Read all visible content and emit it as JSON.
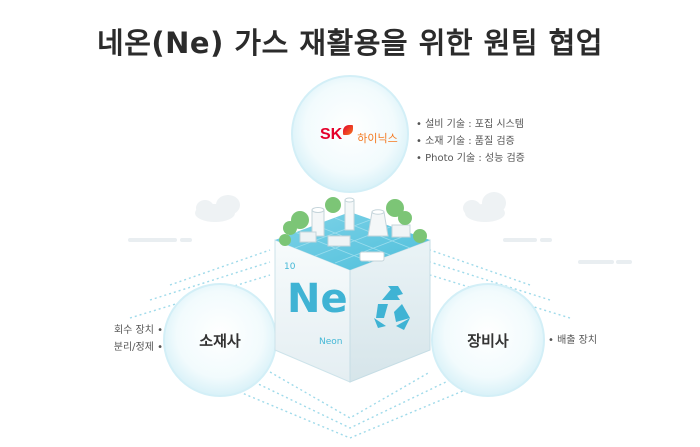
{
  "title": "네온(Ne) 가스 재활용을 위한 원팀 협업",
  "sk_hynix": {
    "logo_mark": "SK",
    "logo_name": "하이닉스",
    "items": [
      "설비 기술 : 포집 시스템",
      "소재 기술 : 품질 검증",
      "Photo 기술 : 성능 검증"
    ]
  },
  "material_company": {
    "label": "소재사",
    "items": [
      "회수 장치",
      "분리/정제"
    ]
  },
  "equipment_company": {
    "label": "장비사",
    "items": [
      "배출 장치"
    ]
  },
  "element_cube": {
    "number": "10",
    "symbol": "Ne",
    "name": "Neon"
  },
  "colors": {
    "sk_red": "#e4002b",
    "sk_orange": "#f47920",
    "cyan_accent": "#3fb3d4",
    "circle_fill": "#e6f6fb"
  }
}
